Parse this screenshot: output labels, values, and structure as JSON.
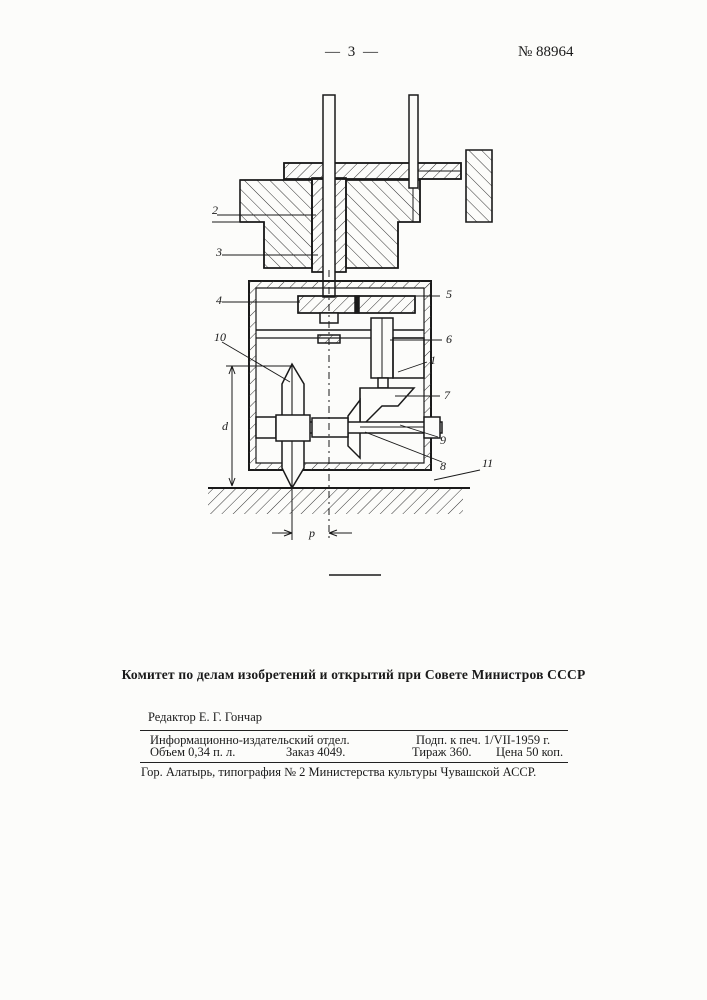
{
  "header": {
    "page_number": "— 3 —",
    "patent_number": "№ 88964"
  },
  "figure": {
    "labels": {
      "l1": "1",
      "l2": "2",
      "l3": "3",
      "l4": "4",
      "l5": "5",
      "l6": "6",
      "l7": "7",
      "l8": "8",
      "l9": "9",
      "l10": "10",
      "l11": "11",
      "d": "d",
      "p": "p"
    }
  },
  "committee": "Комитет по делам изобретений и открытий при Совете Министров СССР",
  "imprint": {
    "editor": "Редактор Е. Г. Гончар",
    "department": "Информационно-издательский отдел.",
    "signed": "Подп. к печ. 1/VII-1959 г.",
    "volume": "Объем 0,34 п. л.",
    "order": "Заказ 4049.",
    "circulation": "Тираж 360.",
    "price": "Цена 50 коп.",
    "printer": "Гор. Алатырь, типография № 2 Министерства культуры Чувашской АССР."
  }
}
